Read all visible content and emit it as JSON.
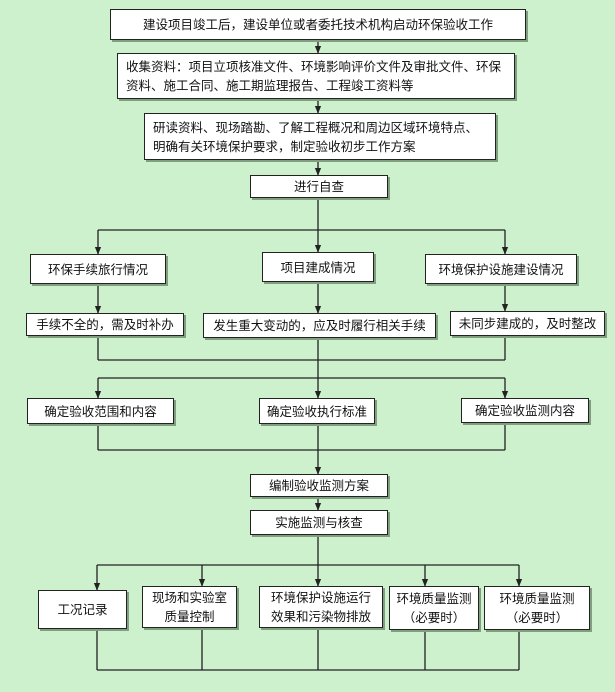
{
  "colors": {
    "background": "#cdf0cd",
    "box_fill": "#ffffff",
    "line": "#222222"
  },
  "nodes": {
    "n1": "建设项目竣工后，建设单位或者委托技术机构启动环保验收工作",
    "n2": "收集资料：项目立项核准文件、环境影响评价文件及审批文件、环保资料、施工合同、施工期监理报告、工程竣工资料等",
    "n3": "研读资料、现场踏勘、了解工程概况和周边区域环境特点、明确有关环境保护要求，制定验收初步工作方案",
    "n4": "进行自查",
    "n5a": "环保手续旅行情况",
    "n5b": "项目建成情况",
    "n5c": "环境保护设施建设情况",
    "n6a": "手续不全的，需及时补办",
    "n6b": "发生重大变动的，应及时履行相关手续",
    "n6c": "未同步建成的，及时整改",
    "n7a": "确定验收范围和内容",
    "n7b": "确定验收执行标准",
    "n7c": "确定验收监测内容",
    "n8": "编制验收监测方案",
    "n9": "实施监测与核查",
    "n10a": "工况记录",
    "n10b": "现场和实验室质量控制",
    "n10c": "环境保护设施运行效果和污染物排放",
    "n10d": "环境质量监测（必要时）",
    "n10e": "环境质量监测（必要时）"
  }
}
